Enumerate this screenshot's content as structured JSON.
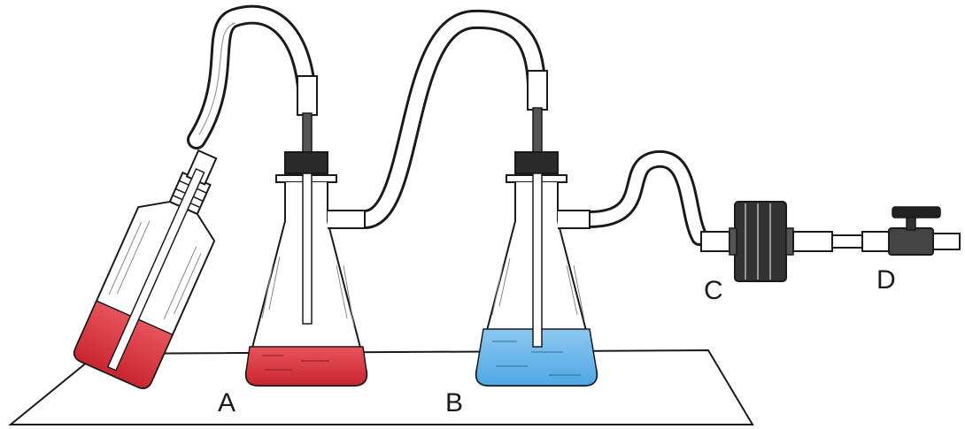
{
  "labels": {
    "a": "A",
    "b": "B",
    "c": "C",
    "d": "D"
  },
  "colors": {
    "red_liquid": "#d8353f",
    "blue_liquid": "#63b3ea",
    "line": "#1a1a1a",
    "glass": "#ffffff"
  }
}
